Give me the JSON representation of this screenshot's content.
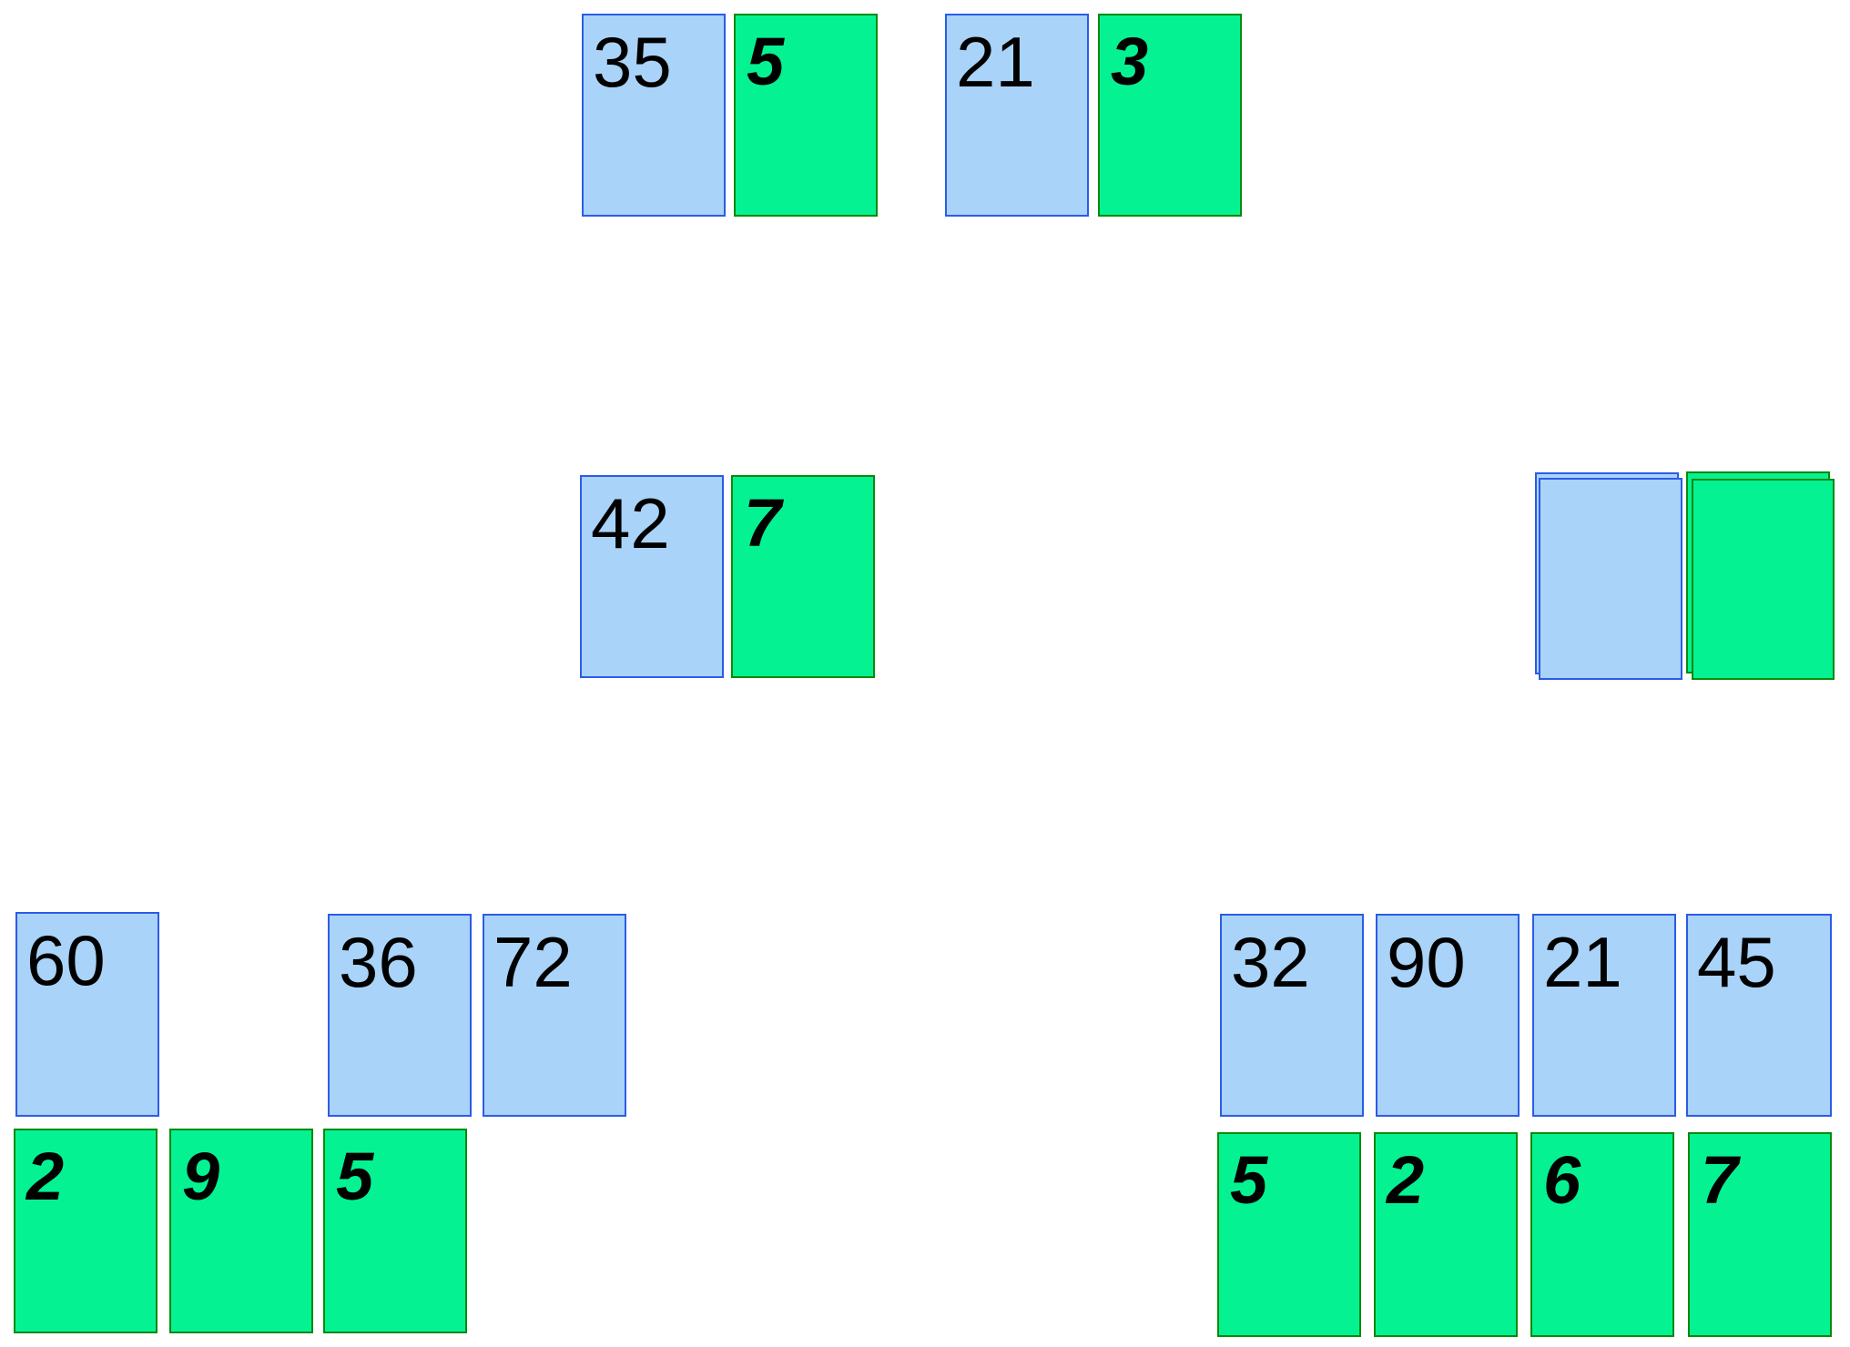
{
  "colors": {
    "blue_card_fill": "#A9D3F8",
    "blue_card_border": "#2B5CE8",
    "green_card_fill": "#05F293",
    "green_card_border": "#0A8A0A"
  },
  "board": {
    "matched_pairs_top": [
      {
        "number_card": "35",
        "digit_card": "5"
      },
      {
        "number_card": "21",
        "digit_card": "3"
      }
    ],
    "matched_pair_middle": {
      "number_card": "42",
      "digit_card": "7"
    },
    "bottom_left": {
      "number_cards": [
        "60",
        "36",
        "72"
      ],
      "digit_cards": [
        "2",
        "9",
        "5"
      ]
    },
    "bottom_right": {
      "number_cards": [
        "32",
        "90",
        "21",
        "45"
      ],
      "digit_cards": [
        "5",
        "2",
        "6",
        "7"
      ]
    }
  }
}
